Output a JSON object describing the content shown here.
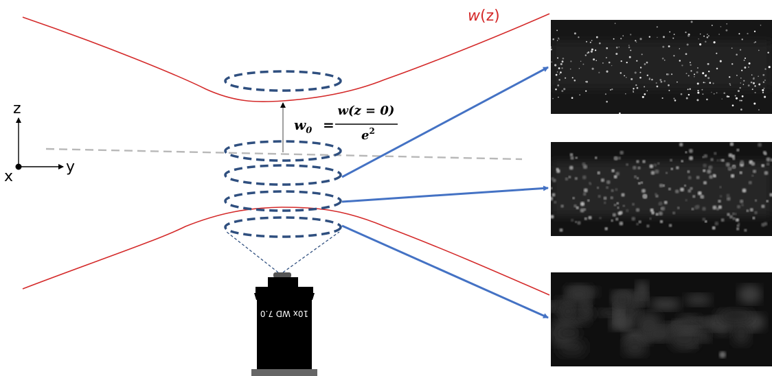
{
  "beam_label": {
    "var": "w",
    "arg": "(z)"
  },
  "axes": {
    "z": "z",
    "y": "y",
    "x": "x"
  },
  "equation": {
    "lhs_base": "w",
    "lhs_sub": "0",
    "equals": "=",
    "numerator": "w(z = 0)",
    "den_base": "e",
    "den_exp": "2"
  },
  "objective_label": "10x WD 7.0",
  "colors": {
    "beam": "#d42a2a",
    "ring": "#2f4f7f",
    "arrow": "#4472c4",
    "dashed_axis": "#b8b8b8",
    "objective": "#000000"
  },
  "panels": [
    {
      "texture": "sparse-bright-speckles"
    },
    {
      "texture": "dense-blurred-speckles"
    },
    {
      "texture": "diffuse-haze"
    }
  ]
}
